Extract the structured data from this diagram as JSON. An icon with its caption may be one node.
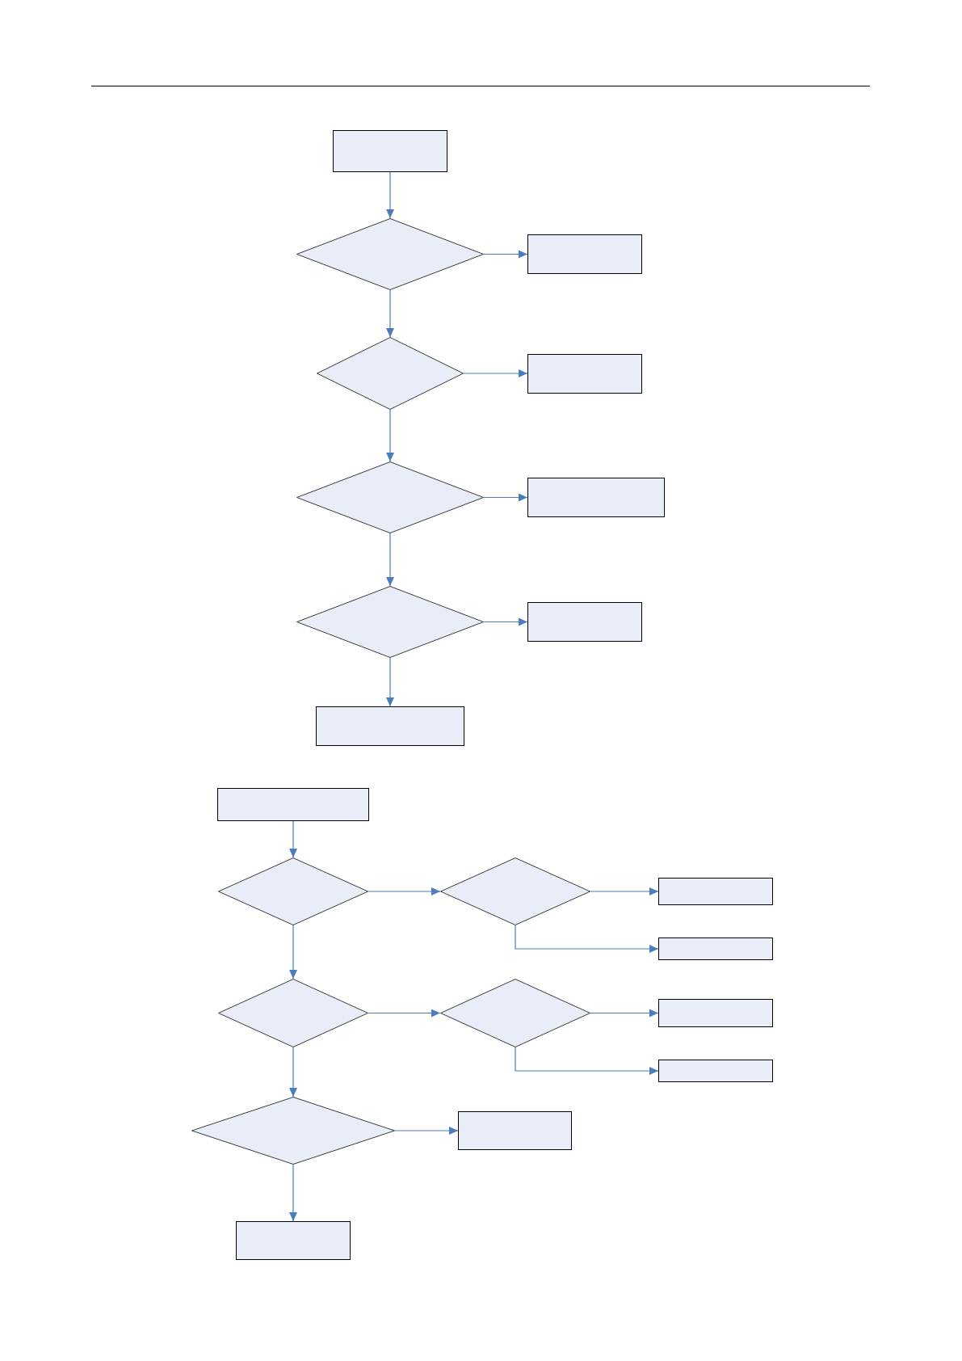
{
  "diagram": {
    "nodes": [
      {
        "text": [],
        "shape": "box"
      },
      {
        "text": [],
        "shape": "diamond"
      },
      {
        "text": [],
        "shape": "box"
      },
      {
        "text": [],
        "shape": "diamond"
      },
      {
        "text": [],
        "shape": "box"
      },
      {
        "text": [],
        "shape": "diamond"
      },
      {
        "text": [],
        "shape": "box"
      },
      {
        "text": [],
        "shape": "diamond"
      },
      {
        "text": [],
        "shape": "box"
      },
      {
        "text": [],
        "shape": "box"
      },
      {
        "text": [],
        "shape": "box"
      },
      {
        "text": [],
        "shape": "diamond"
      },
      {
        "text": [],
        "shape": "diamond"
      },
      {
        "text": [],
        "shape": "box"
      },
      {
        "text": [],
        "shape": "box"
      },
      {
        "text": [],
        "shape": "diamond"
      },
      {
        "text": [],
        "shape": "diamond"
      },
      {
        "text": [],
        "shape": "box"
      },
      {
        "text": [],
        "shape": "box"
      },
      {
        "text": [],
        "shape": "diamond"
      },
      {
        "text": [],
        "shape": "box"
      },
      {
        "text": [],
        "shape": "box"
      }
    ],
    "edges": [
      {
        "from": 0,
        "to": 1,
        "arrow": "to"
      },
      {
        "from": 1,
        "to": 2,
        "arrow": "to"
      },
      {
        "from": 1,
        "to": 3,
        "arrow": "to"
      },
      {
        "from": 3,
        "to": 4,
        "arrow": "to"
      },
      {
        "from": 3,
        "to": 5,
        "arrow": "to"
      },
      {
        "from": 5,
        "to": 6,
        "arrow": "to"
      },
      {
        "from": 5,
        "to": 7,
        "arrow": "to"
      },
      {
        "from": 7,
        "to": 8,
        "arrow": "to"
      },
      {
        "from": 7,
        "to": 9,
        "arrow": "to"
      },
      {
        "from": 10,
        "to": 11,
        "arrow": "to"
      },
      {
        "from": 11,
        "to": 12,
        "arrow": "to"
      },
      {
        "from": 12,
        "to": 13,
        "arrow": "to"
      },
      {
        "from": 12,
        "to": 14,
        "arrow": "to"
      },
      {
        "from": 11,
        "to": 15,
        "arrow": "to"
      },
      {
        "from": 15,
        "to": 16,
        "arrow": "to"
      },
      {
        "from": 16,
        "to": 17,
        "arrow": "to"
      },
      {
        "from": 16,
        "to": 18,
        "arrow": "to"
      },
      {
        "from": 15,
        "to": 19,
        "arrow": "to"
      },
      {
        "from": 19,
        "to": 20,
        "arrow": "to"
      },
      {
        "from": 19,
        "to": 21,
        "arrow": "to"
      }
    ]
  }
}
